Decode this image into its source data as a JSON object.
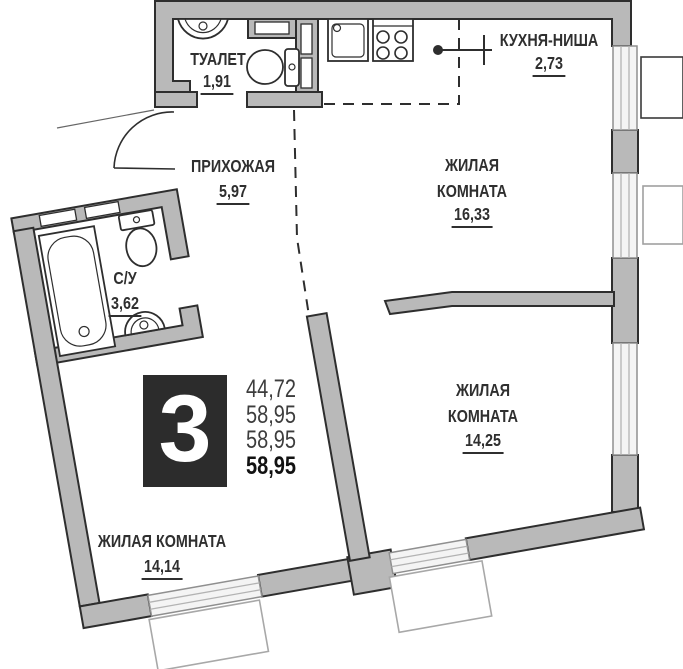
{
  "plan": {
    "badge": {
      "rooms_count": "3",
      "figures": [
        "44,72",
        "58,95",
        "58,95",
        "58,95"
      ]
    },
    "rooms": {
      "toilet": {
        "name": "ТУАЛЕТ",
        "area": "1,91"
      },
      "kitchen_niche": {
        "name": "КУХНЯ-НИША",
        "area": "2,73"
      },
      "hallway": {
        "name": "ПРИХОЖАЯ",
        "area": "5,97"
      },
      "living_room_1": {
        "name": "ЖИЛАЯ КОМНАТА",
        "area": "16,33"
      },
      "bathroom": {
        "name": "С/У",
        "area": "3,62"
      },
      "living_room_2": {
        "name": "ЖИЛАЯ КОМНАТА",
        "area": "14,25"
      },
      "living_room_3": {
        "name": "ЖИЛАЯ КОМНАТА",
        "area": "14,14"
      }
    },
    "colors": {
      "wall_fill": "#b9b9b9",
      "wall_outline": "#2e2e2e",
      "window_fill": "#f4f4f4",
      "window_stroke": "#8f8f8f",
      "badge_bg": "#2c2c2c",
      "badge_text": "#ffffff",
      "label_text": "#2f2f2f",
      "figures_text": "#3d3d3d",
      "figures_total_text": "#121212"
    }
  }
}
